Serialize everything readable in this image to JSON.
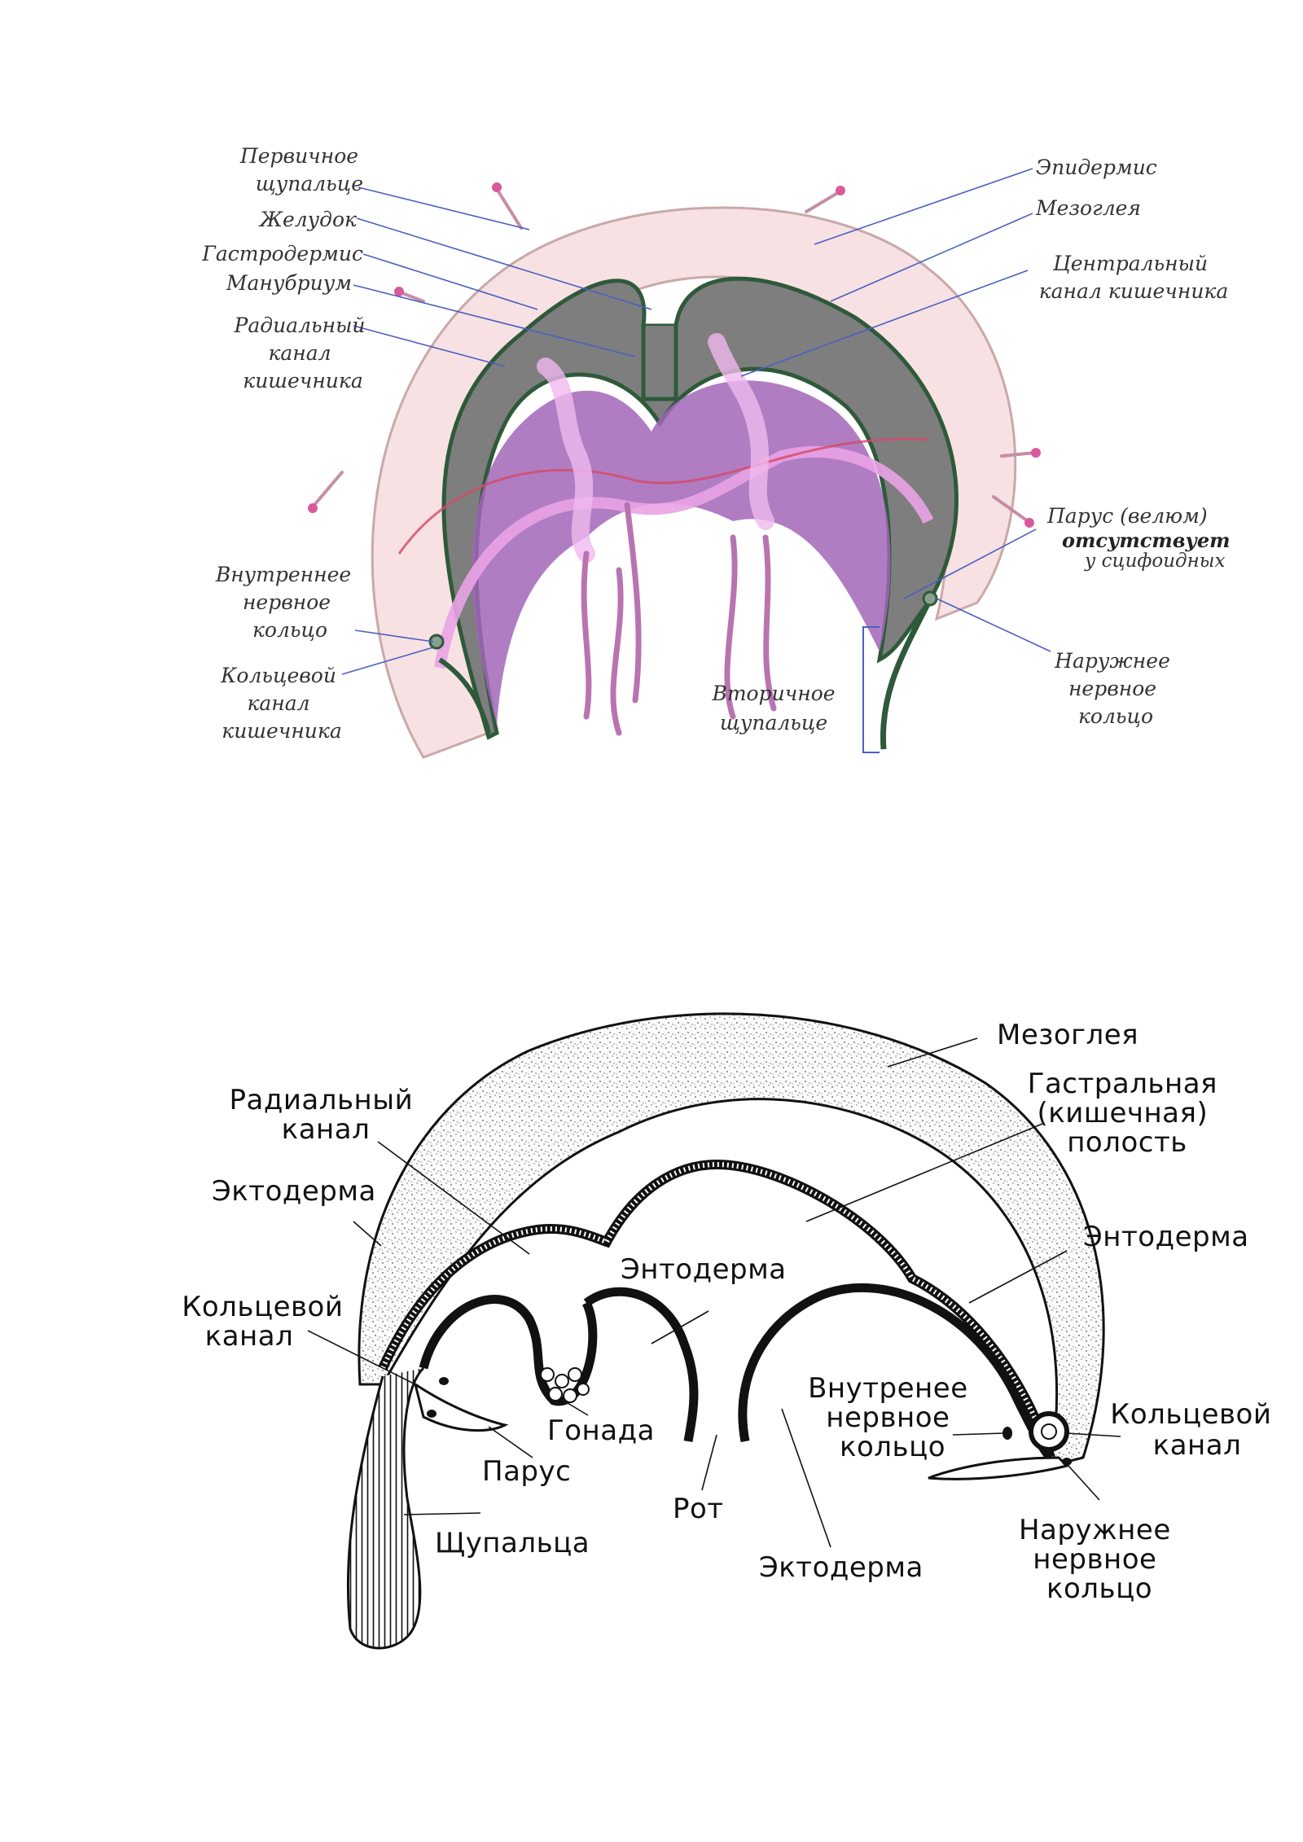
{
  "diagram1": {
    "labels": {
      "primary_tentacle": [
        "Первичное",
        "щупальце"
      ],
      "stomach": "Желудок",
      "gastrodermis": "Гастродермис",
      "manubrium": "Манубриум",
      "radial_canal": [
        "Радиальный",
        "канал",
        "кишечника"
      ],
      "inner_nerve_ring": [
        "Внутреннее",
        "нервное",
        "кольцо"
      ],
      "ring_canal": [
        "Кольцевой",
        "канал",
        "кишечника"
      ],
      "epidermis": "Эпидермис",
      "mesoglea": "Мезоглея",
      "central_canal": [
        "Центральный",
        "канал кишечника"
      ],
      "velum": [
        "Парус (велюм)",
        "отсутствует",
        "у сцифоидных"
      ],
      "outer_nerve_ring": [
        "Наружнее",
        "нервное",
        "кольцо"
      ],
      "secondary_tentacle": [
        "Вторичное",
        "щупальце"
      ]
    },
    "colors": {
      "bell": "#f7e1e3",
      "gastroderm": "#7d7d7d",
      "gut_wall": "#2e5a3a",
      "cavity": "#a266b8",
      "gonad": "#e7a9e3",
      "leader": "#4a5fc1"
    }
  },
  "diagram2": {
    "labels": {
      "mesoglea": "Мезоглея",
      "gastral_cavity": [
        "Гастральная",
        "(кишечная)",
        "полость"
      ],
      "endoderm_right": "Энтодерма",
      "ring_canal_right": [
        "Кольцевой",
        "канал"
      ],
      "outer_nerve_ring": [
        "Наружнее",
        "нервное",
        "кольцо"
      ],
      "ectoderm_bottom": "Эктодерма",
      "inner_nerve_ring": [
        "Внутренее",
        "нервное",
        "кольцо"
      ],
      "mouth": "Рот",
      "gonad": "Гонада",
      "velum": "Парус",
      "tentacles": "Щупальца",
      "ring_canal_left": [
        "Кольцевой",
        "канал"
      ],
      "ectoderm_left": "Эктодерма",
      "radial_canal": [
        "Радиальный",
        "канал"
      ],
      "endoderm_center": "Энтодерма"
    }
  }
}
